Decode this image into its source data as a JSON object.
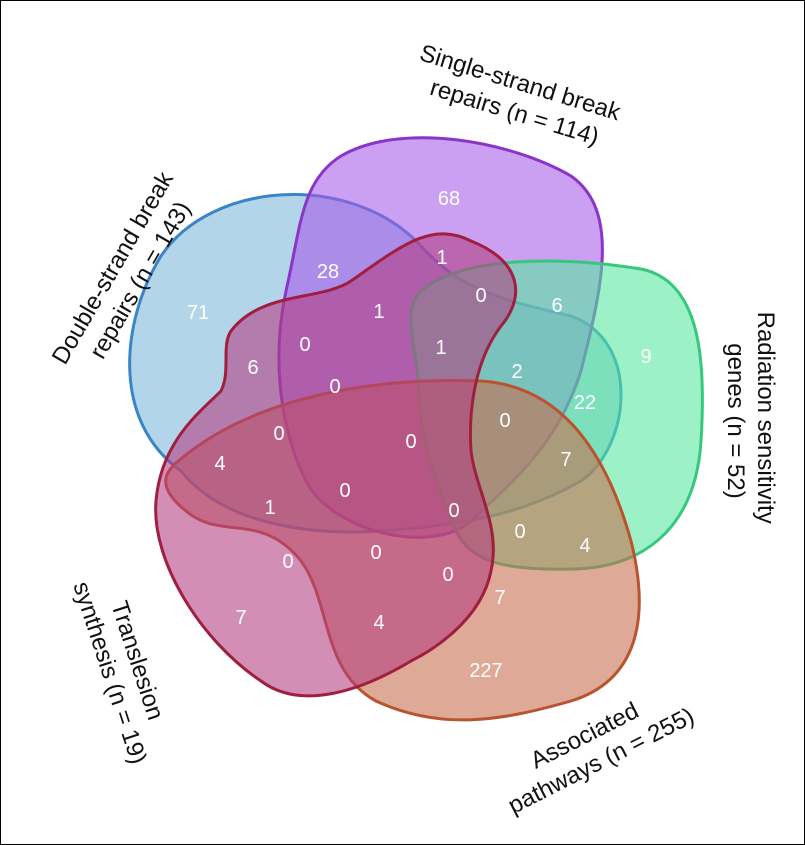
{
  "diagram": {
    "sets": [
      {
        "key": "dsb",
        "label_lines": [
          "Double-strand break",
          "repairs (n = 143)"
        ],
        "fill": "#7ab7da",
        "stroke": "#3a85c9"
      },
      {
        "key": "ssb",
        "label_lines": [
          "Single-strand break",
          "repairs (n = 114)"
        ],
        "fill": "#a55ae8",
        "stroke": "#8a35c8"
      },
      {
        "key": "rad",
        "label_lines": [
          "Radiation sensitivity",
          "genes (n = 52)"
        ],
        "fill": "#54e89c",
        "stroke": "#36c97e"
      },
      {
        "key": "assoc",
        "label_lines": [
          "Associated",
          "pathways (n = 255)"
        ],
        "fill": "#c86a4c",
        "stroke": "#b9552e"
      },
      {
        "key": "tls",
        "label_lines": [
          "Translesion",
          "synthesis (n = 19)"
        ],
        "fill": "#b33d80",
        "stroke": "#a01e3e"
      }
    ],
    "counts": {
      "dsb_only": "71",
      "ssb_only": "68",
      "rad_only": "9",
      "assoc_only": "227",
      "tls_only": "7",
      "dsb_ssb": "28",
      "ssb_rad": "6",
      "rad_assoc": "4",
      "assoc_tls": "4",
      "tls_dsb": "4",
      "c_1_top": "1",
      "c_0_top": "0",
      "c_6_left": "6",
      "c_0_left": "0",
      "c_1_upper": "1",
      "c_1_center": "1",
      "c_2": "2",
      "c_22": "22",
      "c_0_r1": "0",
      "c_7_right": "7",
      "c_0_mid1": "0",
      "c_0_mid2": "0",
      "c_0_center": "0",
      "c_0_low1": "0",
      "c_0_low2": "0",
      "c_1_low": "1",
      "c_0_low3": "0",
      "c_0_bot1": "0",
      "c_0_bot2": "0",
      "c_0_bot3": "0",
      "c_7_bottom": "7"
    }
  }
}
